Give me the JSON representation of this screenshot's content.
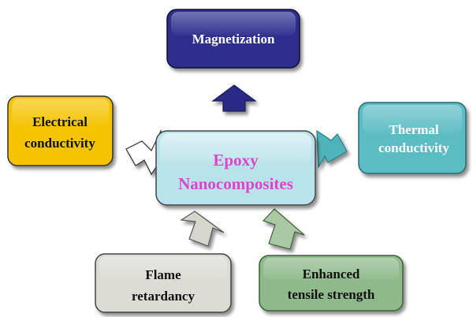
{
  "center": {
    "lines": [
      "Epoxy",
      "Nanocomposites"
    ]
  },
  "nodes": {
    "magnetization": {
      "lines": [
        "Magnetization"
      ]
    },
    "electrical": {
      "lines": [
        "Electrical",
        "conductivity"
      ]
    },
    "thermal": {
      "lines": [
        "Thermal",
        "conductivity"
      ]
    },
    "flame": {
      "lines": [
        "Flame",
        "retardancy"
      ]
    },
    "tensile": {
      "lines": [
        "Enhanced",
        "tensile strength"
      ]
    }
  },
  "colors": {
    "center_fill": "#b9e3ea",
    "center_text": "#d946c9",
    "magnetization_fill": "#2e2e8f",
    "magnetization_arrow": "#2a2a86",
    "electrical_fill": "#f5c300",
    "electrical_arrow": "#ffffff",
    "thermal_fill": "#5bbcc4",
    "thermal_arrow": "#4fb3bb",
    "flame_fill": "#dcdcd4",
    "flame_arrow": "#d6d6cc",
    "tensile_fill": "#8fb98b",
    "tensile_arrow": "#a9c9a3",
    "dark_text": "#111111",
    "light_text": "#ffffff"
  }
}
